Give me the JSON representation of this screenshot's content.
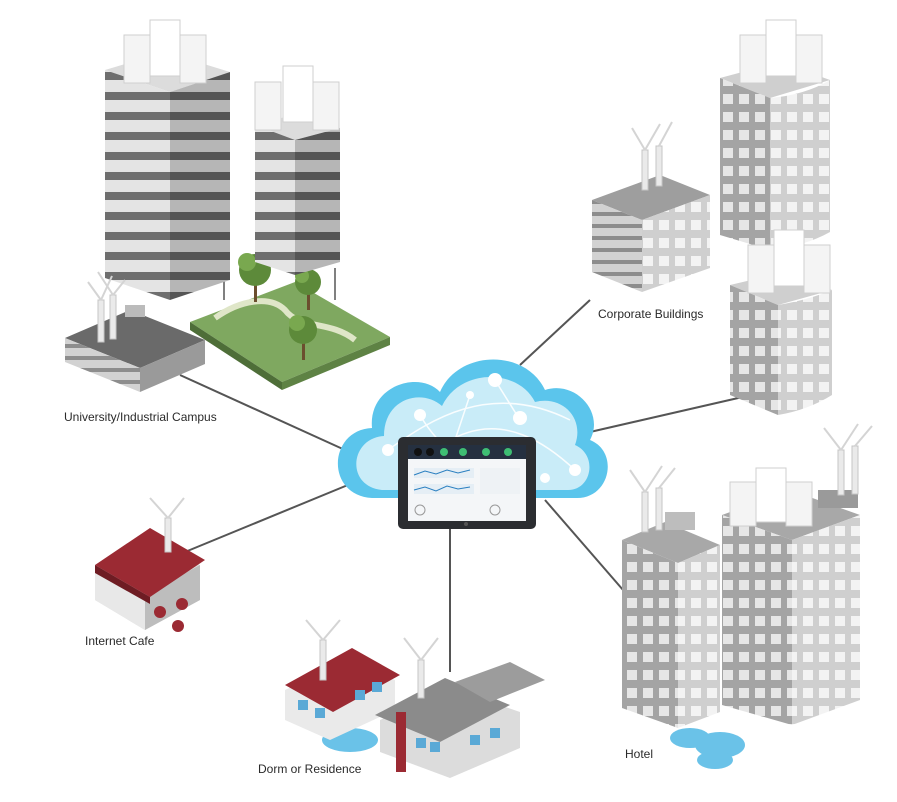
{
  "diagram": {
    "labels": {
      "campus": "University/Industrial Campus",
      "corporate": "Corporate Buildings",
      "cafe": "Internet Cafe",
      "dorm": "Dorm or Residence",
      "hotel": "Hotel"
    },
    "colors": {
      "cloud": "#5bc5ec",
      "cloud_inner": "#c9ecf8",
      "line": "#555555",
      "roof_red": "#9b2a33",
      "grass": "#7fa860",
      "water": "#6ac2e8",
      "tablet": "#2b2d31",
      "accent_green": "#3ebd73"
    },
    "icons": [
      "cloud-icon",
      "tablet-icon",
      "access-point-icon",
      "antenna-icon",
      "tree-icon",
      "building-icon"
    ]
  }
}
